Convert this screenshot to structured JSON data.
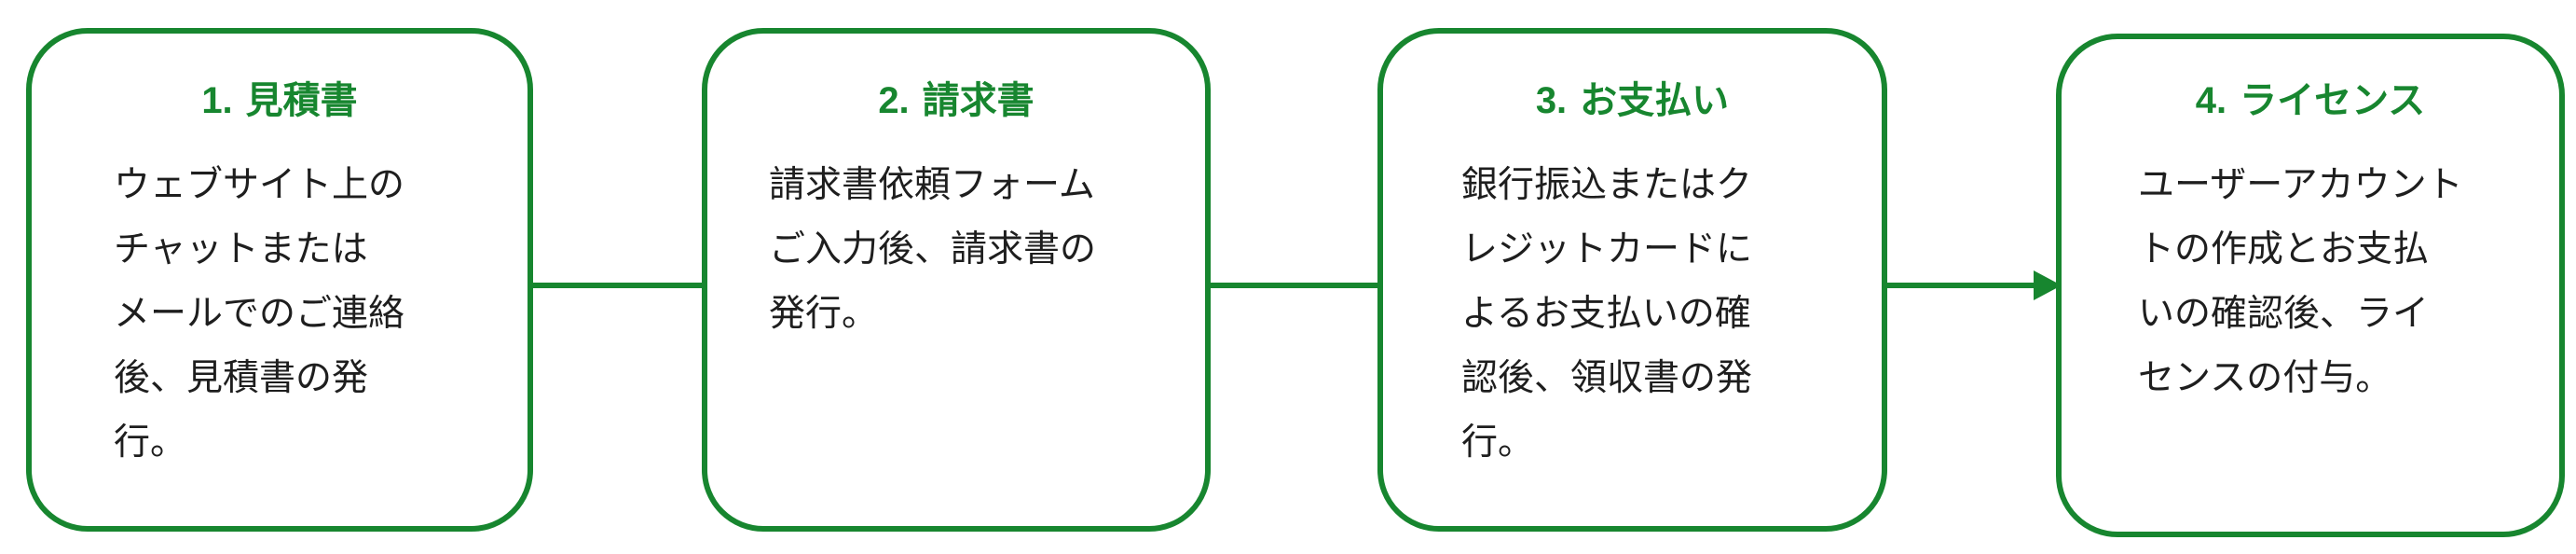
{
  "theme": {
    "accent": "#17862f",
    "text": "#1e1e1e",
    "background": "#ffffff"
  },
  "steps": [
    {
      "number": "1.",
      "title": "見積書",
      "lines": [
        "ウェブサイト上の",
        "チャットまたは",
        "メールでのご連絡",
        "後、見積書の発",
        "行。"
      ]
    },
    {
      "number": "2.",
      "title": "請求書",
      "lines": [
        "請求書依頼フォーム",
        "ご入力後、請求書の",
        "発行。"
      ]
    },
    {
      "number": "3.",
      "title": "お支払い",
      "lines": [
        "銀行振込またはク",
        "レジットカードに",
        "よるお支払いの確",
        "認後、領収書の発",
        "行。"
      ]
    },
    {
      "number": "4.",
      "title": "ライセンス",
      "lines": [
        "ユーザーアカウント",
        "トの作成とお支払",
        "いの確認後、ライ",
        "センスの付与。"
      ]
    }
  ],
  "connectors": [
    {
      "from": "1.",
      "to": "2.",
      "arrowhead": false
    },
    {
      "from": "2.",
      "to": "3.",
      "arrowhead": false
    },
    {
      "from": "3.",
      "to": "4.",
      "arrowhead": true
    }
  ]
}
